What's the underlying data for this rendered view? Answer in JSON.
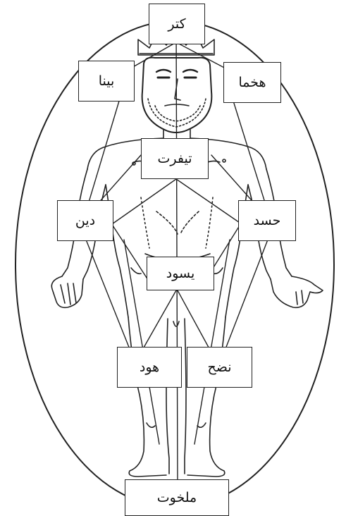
{
  "sefirot": {
    "keter": "كتر",
    "binah": "بينا",
    "chokhmah": "هخما",
    "tiferet": "تيفرت",
    "din": "دين",
    "chesed": "حسد",
    "yesod": "يسود",
    "hod": "هود",
    "netzach": "نضح",
    "malkhut": "ملخوت"
  },
  "colors": {
    "line": "#222222",
    "paper": "#ffffff",
    "label_border": "#222222"
  }
}
